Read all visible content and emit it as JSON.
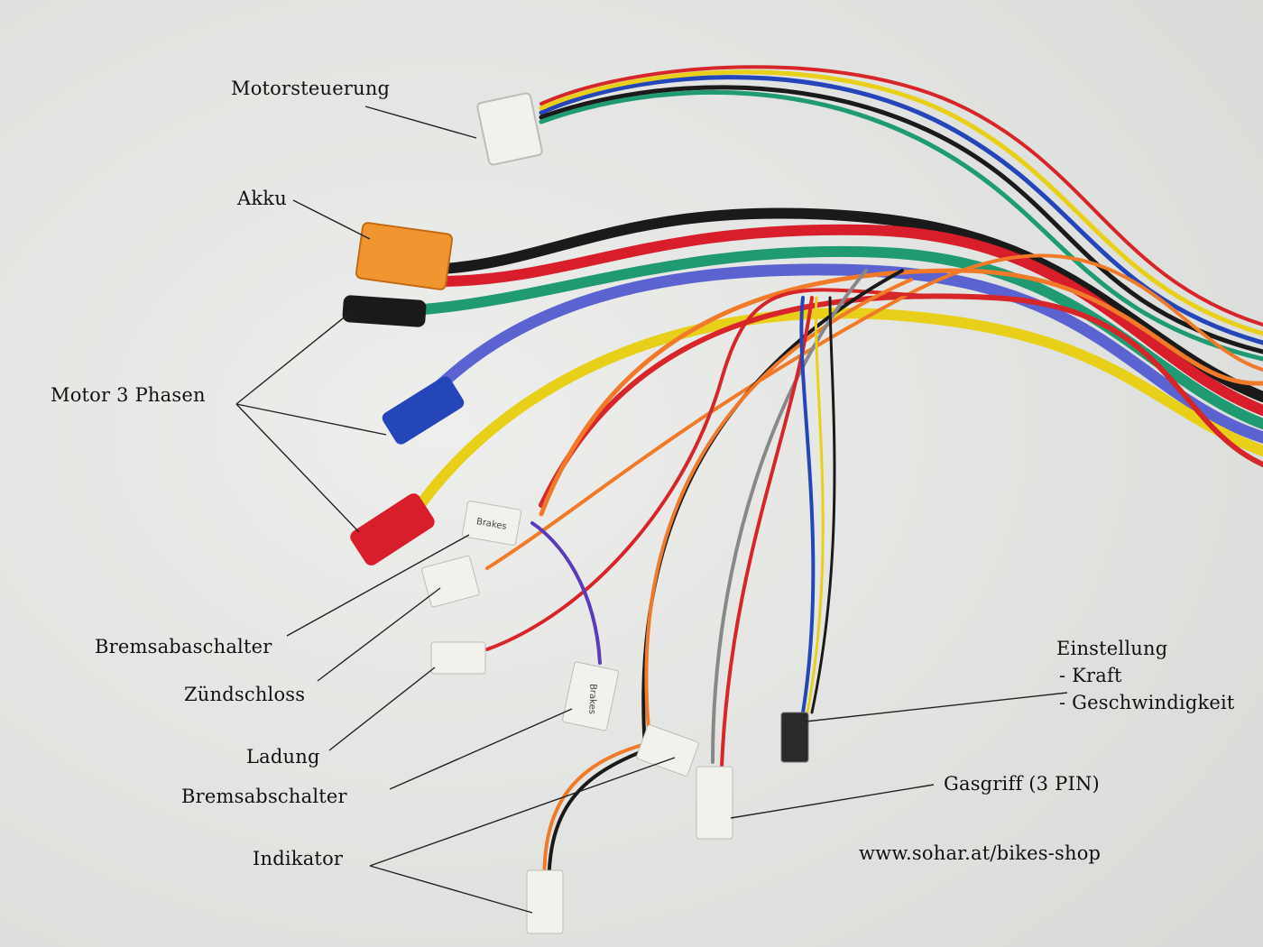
{
  "labels": {
    "motorsteuerung": "Motorsteuerung",
    "akku": "Akku",
    "motor_phasen": "Motor 3 Phasen",
    "bremsabaschalter": "Bremsabaschalter",
    "zuendschloss": "Zündschloss",
    "ladung": "Ladung",
    "bremsabschalter": "Bremsabschalter",
    "indikator": "Indikator",
    "einstellung": "Einstellung",
    "kraft": "- Kraft",
    "geschwindigkeit": "- Geschwindigkeit",
    "gasgriff": "Gasgriff (3 PIN)",
    "website": "www.sohar.at/bikes-shop"
  },
  "connector_text": {
    "brakes_1": "Brakes",
    "brakes_2": "Brakes"
  },
  "colors": {
    "background": "#e4e6e3",
    "akku_connector": "#f0952f",
    "phase_black": "#1a1a1a",
    "phase_blue": "#2546b8",
    "phase_red": "#d81e2a",
    "wire_yellow": "#e8cf1a",
    "wire_green": "#1f9a73",
    "wire_purple_blue": "#5b63d1",
    "wire_orange": "#f07a2a",
    "wire_red": "#d7262a",
    "connector_white": "#f2f1ec"
  }
}
